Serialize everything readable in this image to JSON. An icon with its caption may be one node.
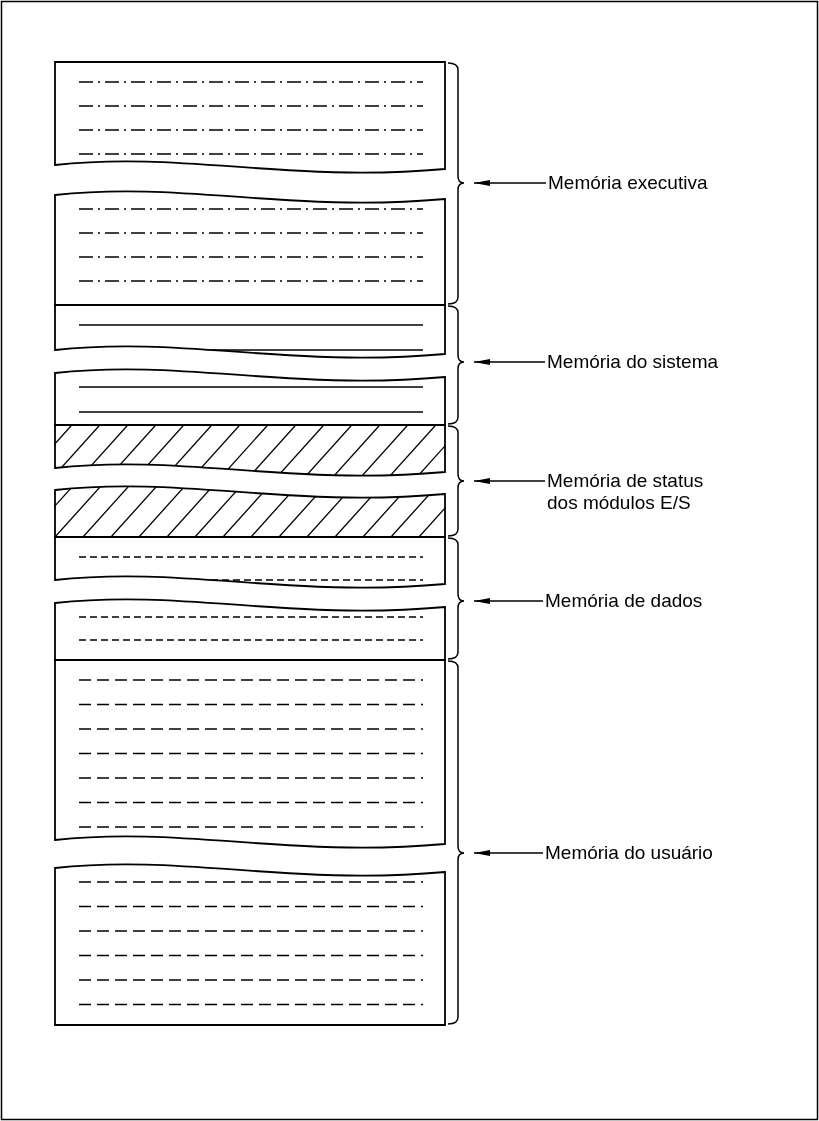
{
  "diagram": {
    "nodes": [
      {
        "text": [],
        "shape": "box"
      },
      {
        "text": [
          "Memória executiva"
        ]
      },
      {
        "text": [],
        "shape": "box"
      },
      {
        "text": [
          "Memória do sistema"
        ]
      },
      {
        "text": [],
        "shape": "box"
      },
      {
        "text": [
          "Memória de status dos módulos E/S"
        ]
      },
      {
        "text": [],
        "shape": "box"
      },
      {
        "text": [
          "Memória de dados"
        ]
      },
      {
        "text": [],
        "shape": "box"
      },
      {
        "text": [
          "Memória do usuário"
        ]
      }
    ],
    "edges": [
      {
        "from": 1,
        "to": 0,
        "arrow": "to"
      },
      {
        "from": 3,
        "to": 2,
        "arrow": "to"
      },
      {
        "from": 5,
        "to": 4,
        "arrow": "to"
      },
      {
        "from": 7,
        "to": 6,
        "arrow": "to"
      },
      {
        "from": 9,
        "to": 8,
        "arrow": "to"
      }
    ]
  }
}
